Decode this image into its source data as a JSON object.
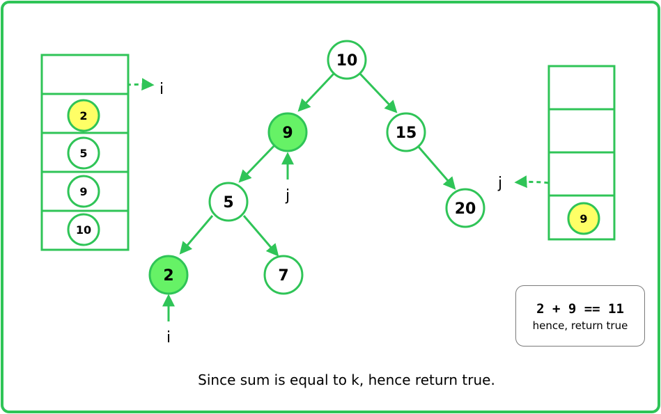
{
  "colors": {
    "green": "#2fc457",
    "node_highlight": "#66f266",
    "stack_highlight": "#ffff66",
    "frame": "#2fc457"
  },
  "tree": {
    "nodes": {
      "n10": "10",
      "n9": "9",
      "n15": "15",
      "n5": "5",
      "n20": "20",
      "n2": "2",
      "n7": "7"
    },
    "pointer_i": "i",
    "pointer_j": "j"
  },
  "left_stack": {
    "items": [
      "2",
      "5",
      "9",
      "10"
    ],
    "pointer": "i"
  },
  "right_stack": {
    "items": [
      "9"
    ],
    "pointer": "j"
  },
  "info_box": {
    "equation": "2 + 9 == 11",
    "subtitle": "hence, return true"
  },
  "caption": "Since sum is equal to k, hence return true."
}
